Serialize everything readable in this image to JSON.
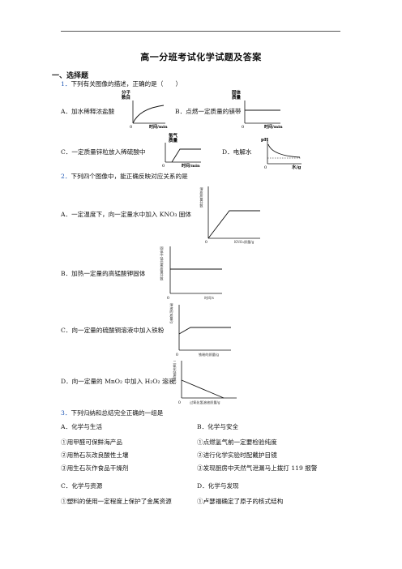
{
  "header": {
    "title": "高一分班考试化学试题及答案"
  },
  "section": {
    "label": "一、选择题"
  },
  "q1": {
    "num": "1．",
    "text": "下列有关图像的描述，正确的是（　　）",
    "options": {
      "A": "A．加水稀释浓盐酸",
      "B": "B．点燃一定质量的镁带",
      "C": "C．一定质量锌粒放入稀硫酸中",
      "D": "D．电解水"
    },
    "graphs": {
      "A": {
        "ylabel1": "分子",
        "ylabel2": "数目",
        "xlabel": "时间/min",
        "origin": "0"
      },
      "B": {
        "ylabel1": "固体",
        "ylabel2": "质量",
        "xlabel": "时间/min",
        "origin": "0"
      },
      "C": {
        "ylabel1": "氢气",
        "ylabel2": "质量",
        "xlabel": "时间/min",
        "origin": "0"
      },
      "D": {
        "ylabel1": "pH",
        "xlabel": "水/g",
        "origin": "0"
      }
    }
  },
  "q2": {
    "num": "2．",
    "text": "下列四个图像中，能正确反映对应关系的是",
    "options": {
      "A": "A．一定温度下，向一定量水中加入 KNO₃ 固体",
      "B": "B．加热一定量的高锰酸钾固体",
      "C": "C．向一定量的硫酸铜溶液中加入铁粉",
      "D": "D．向一定量的 MnO₂ 中加入 H₂O₂ 溶液"
    },
    "graphs": {
      "A": {
        "ylabel": "溶质质量分数",
        "xlabel": "KNO₃质量/g",
        "origin": "0"
      },
      "B": {
        "ylabel": "固体中锰元素质量分数",
        "xlabel": "时间/s",
        "origin": "0"
      },
      "C": {
        "ylabel": "溶液的质量/g",
        "xlabel": "铁粉的质量/g",
        "origin": "0"
      },
      "D": {
        "ylabel": "二氧化锰质量/g",
        "xlabel": "过氧化氢溶液质量/g",
        "origin": "0"
      }
    }
  },
  "q3": {
    "num": "3．",
    "text": "下列归纳和总结完全正确的一组是",
    "groups": {
      "A": {
        "head": "A．化学与生活",
        "items": [
          "①用甲醛可保鲜海产品",
          "②用熟石灰改良酸性土壤",
          "③用生石灰作食品干燥剂"
        ]
      },
      "B": {
        "head": "B．化学与安全",
        "items": [
          "①点燃氢气前一定要检验纯度",
          "②进行化学实验时配戴护目镜",
          "③发现厨房中天然气泄漏马上拨打 119 报警"
        ]
      },
      "C": {
        "head": "C．化学与资源",
        "items": [
          "①塑料的使用一定程度上保护了金属资源"
        ]
      },
      "D": {
        "head": "D．化学与发现",
        "items": [
          "①卢瑟福确定了原子的核式结构"
        ]
      }
    }
  }
}
